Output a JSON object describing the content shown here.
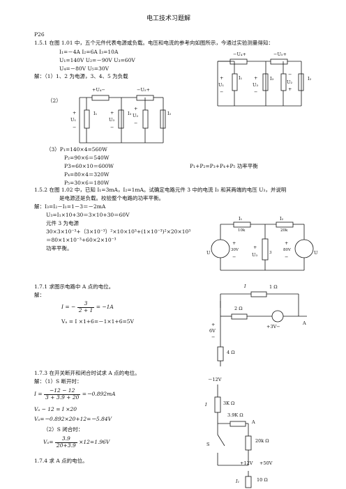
{
  "doc": {
    "title": "电工技术习题解",
    "page_code": "P26"
  },
  "p151": {
    "head": "1.5.1    在图 1.01 中，五个元件代表电源或负载。电压和电流的参考向如图所示，今通过实验测量得知：",
    "given": [
      "I₁=－4A            I₂=6A             I₃=10A",
      "U₁=140V           U₂=－90V          U₃=60V",
      "U₄=－80V          U₅=30V"
    ],
    "sol1": "解：（1）1、2 为电源，3、4、5 为负载",
    "sol2": "（2）",
    "power_head": "（3）P₁=140×4=560W",
    "power_lines": [
      "P₂=90×6＝540W",
      "P3=60×10＝600W",
      "P₄=80×4＝320W",
      "P₅=30×6＝180W"
    ],
    "balance": "P₁+P₂=P₃+P₄+P₅          功率平衡"
  },
  "p152": {
    "head1": "1.5.2    在图 1.02 中，已知 I₁=3mA，I₂=1mA。试确定电路元件 3 中的电流 I₃ 和其两端的电压 U₃，并说明",
    "head2": "是电源还是负载。校验整个电路的功率平衡。",
    "lines": [
      "解：I₃=I₂－I₁=1－3＝－2mA",
      "U₃=I₁×10+30＝3×10+30＝60V",
      "元件 3 为电源",
      "30×3×10⁻³+（3×10⁻³）²×10×10³+(1×10⁻³)²×20×10³",
      "＝80×1×10⁻³+60×2×10⁻³",
      "功率平衡。"
    ]
  },
  "p171": {
    "head": "1.7.1     求图示电路中 A 点的电位。",
    "sol": "解：",
    "eq1_left": "I = −",
    "eq1_num": "3",
    "eq1_den": "2 + 1",
    "eq1_right": "= −1A",
    "eq2": "Vₐ = I ×1+6=－1×1+6=5V"
  },
  "p173": {
    "head": "1.7.3    在开关断开和闭合时试求 A 点的电位。",
    "sol1": "解：（1）S 断开时：",
    "eq1_left": "I =",
    "eq1_num": "−12 − 12",
    "eq1_den": "3 + 3.9 + 20",
    "eq1_right": "=－0.892mA",
    "eq2": "Vₐ − 12 = I ×20",
    "eq3": "Vₐ=－0.892×20+12=－5.84V",
    "sol2": "（2）S 闭合时：",
    "eq4_left": "Vₐ=",
    "eq4_num": "3.9",
    "eq4_den": "20+3.9",
    "eq4_right": "×12=1.96V"
  },
  "p174": {
    "head": "1.7.4  求 A 点的电位。"
  },
  "fig101a": {
    "u4": "−U₄+",
    "u5": "−U₅+",
    "u1p": "+",
    "u1": "U₁",
    "u1m": "−",
    "i1": "I₁",
    "u3p": "+",
    "u3": "U₃",
    "u3m": "−",
    "i3": "I₃",
    "u2m": "−",
    "u2": "U₂",
    "u2p": "+",
    "i2": "I₂"
  },
  "fig101b": {
    "u4": "+U₄−",
    "u5": "−U₅+",
    "u1p": "+",
    "u1": "U₁",
    "u1m": "−",
    "i1": "I₁",
    "u3p": "+",
    "u3": "U₃",
    "u3m": "−",
    "i3": "I₃",
    "u2p": "+",
    "u2": "U₂",
    "u2m": "−",
    "i2": "I₂"
  },
  "fig102": {
    "i1": "I₁",
    "i2": "I₂",
    "r1": "10k",
    "r2": "20k",
    "u_left": "U",
    "u_right": "U",
    "v30": "30V",
    "v80": "80V",
    "u3": "U₃",
    "n3": "3",
    "plus": "+",
    "minus": "−"
  },
  "fig171": {
    "i": "I",
    "r1": "1 Ω",
    "r2": "2 Ω",
    "v6p": "+",
    "v6": "6V",
    "v6m": "−",
    "v3": "+3V−",
    "a": "A",
    "r4": "4 Ω"
  },
  "fig173": {
    "vneg12": "－12V",
    "i": "I",
    "r3k": "3K Ω",
    "r39k": "3.9K Ω",
    "a": "A",
    "s": "S",
    "r20k": "20k Ω",
    "vpos12": "+12V"
  },
  "fig174": {
    "v50": "+50V",
    "r10": "10 Ω",
    "i1": "I₁"
  }
}
